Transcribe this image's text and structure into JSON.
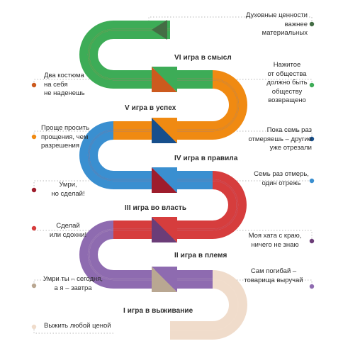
{
  "games": [
    {
      "label": "I игра в выживание"
    },
    {
      "label": "II игра в племя"
    },
    {
      "label": "III игра во власть"
    },
    {
      "label": "IV игра в правила"
    },
    {
      "label": "V игра в успех"
    },
    {
      "label": "VI игра в смысл"
    }
  ],
  "proverbs": {
    "left": [
      {
        "text": "Выжить любой ценой",
        "color": "#f0dccb"
      },
      {
        "text": "Умри ты – сегодня,\nа я – завтра",
        "color": "#b9a792"
      },
      {
        "text": "Сделай\nили сдохни!",
        "color": "#d63d3d"
      },
      {
        "text": "Умри,\nно сделай!",
        "color": "#9e1d2c"
      },
      {
        "text": "Проще просить\nпрощения, чем\nразрешения",
        "color": "#f08a12"
      },
      {
        "text": "Два костюма\nна себя\nне наденешь",
        "color": "#cc5a1e"
      }
    ],
    "right": [
      {
        "text": "Сам погибай –\nтоварища выручай",
        "color": "#8e6bb0"
      },
      {
        "text": "Моя хата с краю,\nничего не знаю",
        "color": "#6b3d78"
      },
      {
        "text": "Семь раз отмерь,\nодин отрежь",
        "color": "#3a8fd0"
      },
      {
        "text": "Пока семь раз\nотмеряешь – другие\nуже отрезали",
        "color": "#174f8c"
      },
      {
        "text": "Нажитое\nот общества\nдолжно быть\nобществу\nвозвращено",
        "color": "#3dac57"
      },
      {
        "text": "Духовные ценности\nважнее\nматериальных",
        "color": "#446d45"
      }
    ]
  },
  "colors": {
    "survival": "#f0dccb",
    "survival_dark": "#b9a792",
    "tribe": "#8e6bb0",
    "tribe_dark": "#6b3d78",
    "power": "#d63d3d",
    "power_dark": "#9e1d2c",
    "rules": "#3a8fd0",
    "rules_dark": "#174f8c",
    "success": "#f08a12",
    "success_dark": "#cc5a1e",
    "meaning": "#3dac57",
    "meaning_dark": "#446d45"
  }
}
